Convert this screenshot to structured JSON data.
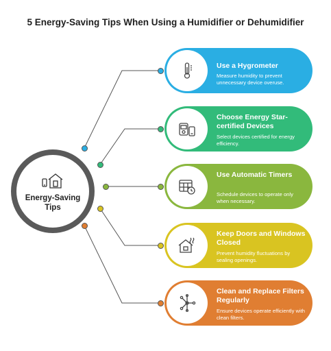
{
  "title": "5 Energy-Saving Tips When Using a Humidifier or Dehumidifier",
  "hub": {
    "label": "Energy-Saving Tips",
    "icon": "smart-home-icon"
  },
  "tips": [
    {
      "heading": "Use a Hygrometer",
      "description": "Measure humidity to prevent unnecessary device overuse.",
      "color": "#2aaee3",
      "icon": "thermometer-icon"
    },
    {
      "heading": "Choose Energy Star-certified Devices",
      "description": "Select devices certified for energy efficiency.",
      "color": "#32bb7a",
      "icon": "devices-icon"
    },
    {
      "heading": "Use Automatic Timers",
      "description": "Schedule devices to operate only when necessary.",
      "color": "#8ab73e",
      "icon": "calendar-clock-icon"
    },
    {
      "heading": "Keep Doors and Windows Closed",
      "description": "Prevent humidity fluctuations by sealing openings.",
      "color": "#d9c421",
      "icon": "house-heat-icon"
    },
    {
      "heading": "Clean and Replace Filters Regularly",
      "description": "Ensure devices operate efficiently with clean filters.",
      "color": "#e07e32",
      "icon": "filter-icon"
    }
  ]
}
